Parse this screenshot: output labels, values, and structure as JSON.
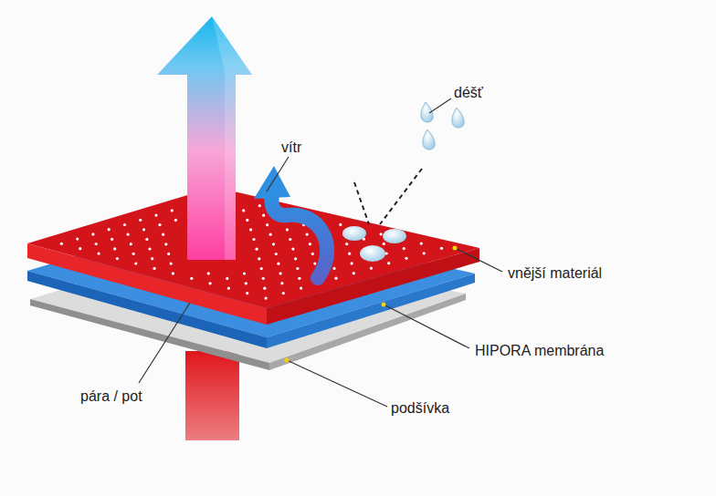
{
  "diagram": {
    "labels": [
      "déšť",
      "vítr",
      "vnější materiál",
      "HIPORA membrána",
      "podšívka",
      "pára / pot"
    ]
  }
}
